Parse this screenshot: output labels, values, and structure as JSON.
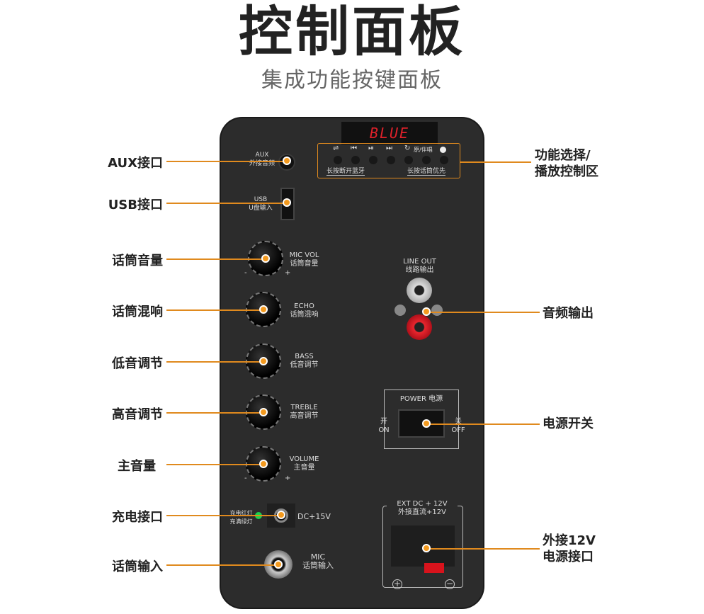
{
  "title": "控制面板",
  "subtitle": "集成功能按键面板",
  "left_labels": [
    "AUX接口",
    "USB接口",
    "话筒音量",
    "话筒混响",
    "低音调节",
    "高音调节",
    "主音量",
    "充电接口",
    "话筒输入"
  ],
  "right_labels": {
    "function_1": "功能选择/",
    "function_2": "播放控制区",
    "audio_out": "音频输出",
    "power_switch": "电源开关",
    "ext_1": "外接12V",
    "ext_2": "电源接口"
  },
  "panel": {
    "display": "BLUE",
    "buttons": {
      "icons": [
        "⇌",
        "⏮",
        "⏯",
        "⏭",
        "↻"
      ],
      "vocal": "原/伴唱",
      "hold_bt": "长按断开蓝牙",
      "hold_mic": "长按话筒优先"
    },
    "aux": [
      "AUX",
      "外接音频"
    ],
    "usb": [
      "USB",
      "U盘输入"
    ],
    "knobs": [
      [
        "MIC VOL",
        "话筒音量"
      ],
      [
        "ECHO",
        "话筒混响"
      ],
      [
        "BASS",
        "低音调节"
      ],
      [
        "TREBLE",
        "高音调节"
      ],
      [
        "VOLUME",
        "主音量"
      ]
    ],
    "minus": "-",
    "plus": "+",
    "line_out": [
      "LINE OUT",
      "线路输出"
    ],
    "power": {
      "title": "POWER 电源",
      "on_cn": "开",
      "on": "ON",
      "off_cn": "关",
      "off": "OFF"
    },
    "charge": [
      "充电红灯",
      "充满绿灯"
    ],
    "dc": "DC+15V",
    "mic": [
      "MIC",
      "话筒输入"
    ],
    "ext": [
      "EXT DC + 12V",
      "外接直流+12V"
    ]
  },
  "colors": {
    "accent": "#e08a1e",
    "display": "#e0212a",
    "led": "#1ed14b",
    "red_jack": "#d8131c"
  }
}
